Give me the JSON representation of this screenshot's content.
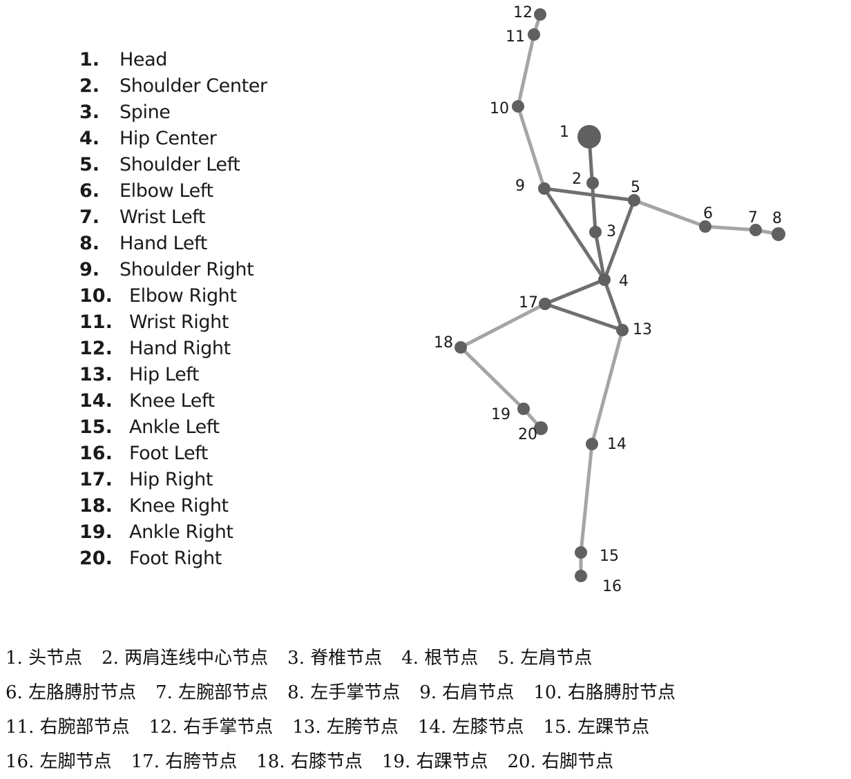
{
  "joints": [
    {
      "id": "1",
      "name": "Head",
      "zh": "1. 头节点"
    },
    {
      "id": "2",
      "name": "Shoulder Center",
      "zh": "2. 两肩连线中心节点"
    },
    {
      "id": "3",
      "name": "Spine",
      "zh": "3. 脊椎节点"
    },
    {
      "id": "4",
      "name": "Hip Center",
      "zh": "4. 根节点"
    },
    {
      "id": "5",
      "name": "Shoulder Left",
      "zh": "5. 左肩节点"
    },
    {
      "id": "6",
      "name": "Elbow Left",
      "zh": "6. 左胳膊肘节点"
    },
    {
      "id": "7",
      "name": "Wrist Left",
      "zh": "7. 左腕部节点"
    },
    {
      "id": "8",
      "name": "Hand Left",
      "zh": "8. 左手掌节点"
    },
    {
      "id": "9",
      "name": "Shoulder Right",
      "zh": "9. 右肩节点"
    },
    {
      "id": "10",
      "name": "Elbow Right",
      "zh": "10. 右胳膊肘节点"
    },
    {
      "id": "11",
      "name": "Wrist Right",
      "zh": "11. 右腕部节点"
    },
    {
      "id": "12",
      "name": "Hand Right",
      "zh": "12. 右手掌节点"
    },
    {
      "id": "13",
      "name": "Hip Left",
      "zh": "13. 左胯节点"
    },
    {
      "id": "14",
      "name": "Knee Left",
      "zh": "14. 左膝节点"
    },
    {
      "id": "15",
      "name": "Ankle Left",
      "zh": "15. 左踝节点"
    },
    {
      "id": "16",
      "name": "Foot Left",
      "zh": "16. 左脚节点"
    },
    {
      "id": "17",
      "name": "Hip Right",
      "zh": "17. 右胯节点"
    },
    {
      "id": "18",
      "name": "Knee Right",
      "zh": "18. 右膝节点"
    },
    {
      "id": "19",
      "name": "Ankle Right",
      "zh": "19. 右踝节点"
    },
    {
      "id": "20",
      "name": "Foot Right",
      "zh": "20. 右脚节点"
    }
  ],
  "caption_rows": [
    [
      "1",
      "2",
      "3",
      "4",
      "5"
    ],
    [
      "6",
      "7",
      "8",
      "9",
      "10"
    ],
    [
      "11",
      "12",
      "13",
      "14",
      "15"
    ],
    [
      "16",
      "17",
      "18",
      "19",
      "20"
    ]
  ],
  "bones": [
    [
      "1",
      "3"
    ],
    [
      "9",
      "5"
    ],
    [
      "9",
      "4"
    ],
    [
      "5",
      "4"
    ],
    [
      "3",
      "4"
    ],
    [
      "4",
      "17"
    ],
    [
      "4",
      "13"
    ],
    [
      "17",
      "13"
    ],
    [
      "9",
      "10"
    ],
    [
      "10",
      "11"
    ],
    [
      "11",
      "12"
    ],
    [
      "5",
      "6"
    ],
    [
      "6",
      "7"
    ],
    [
      "7",
      "8"
    ],
    [
      "13",
      "14"
    ],
    [
      "14",
      "15"
    ],
    [
      "15",
      "16"
    ],
    [
      "17",
      "18"
    ],
    [
      "18",
      "19"
    ],
    [
      "19",
      "20"
    ]
  ],
  "colors": {
    "core_bone": "#707070",
    "limb_bone": "#a5a5a5",
    "joint": "#606060",
    "label": "#1a1a1a"
  }
}
